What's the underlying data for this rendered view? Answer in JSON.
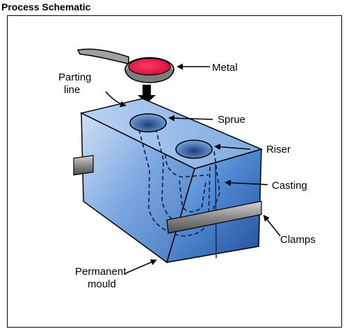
{
  "page_title": "Process Schematic",
  "labels": {
    "metal": "Metal",
    "parting_line_1": "Parting",
    "parting_line_2": "line",
    "sprue": "Sprue",
    "riser": "Riser",
    "casting": "Casting",
    "clamps": "Clamps",
    "permanent_mould_1": "Permanent",
    "permanent_mould_2": "mould"
  },
  "colors": {
    "molten_metal": "#e8174a",
    "mould_blue_front": "#3d78c9",
    "mould_blue_top": "#8fb4e6",
    "mould_blue_side": "#5b93d9",
    "clamp_gray": "#8c8c8c",
    "ladle_gray": "#a6a6a6"
  }
}
